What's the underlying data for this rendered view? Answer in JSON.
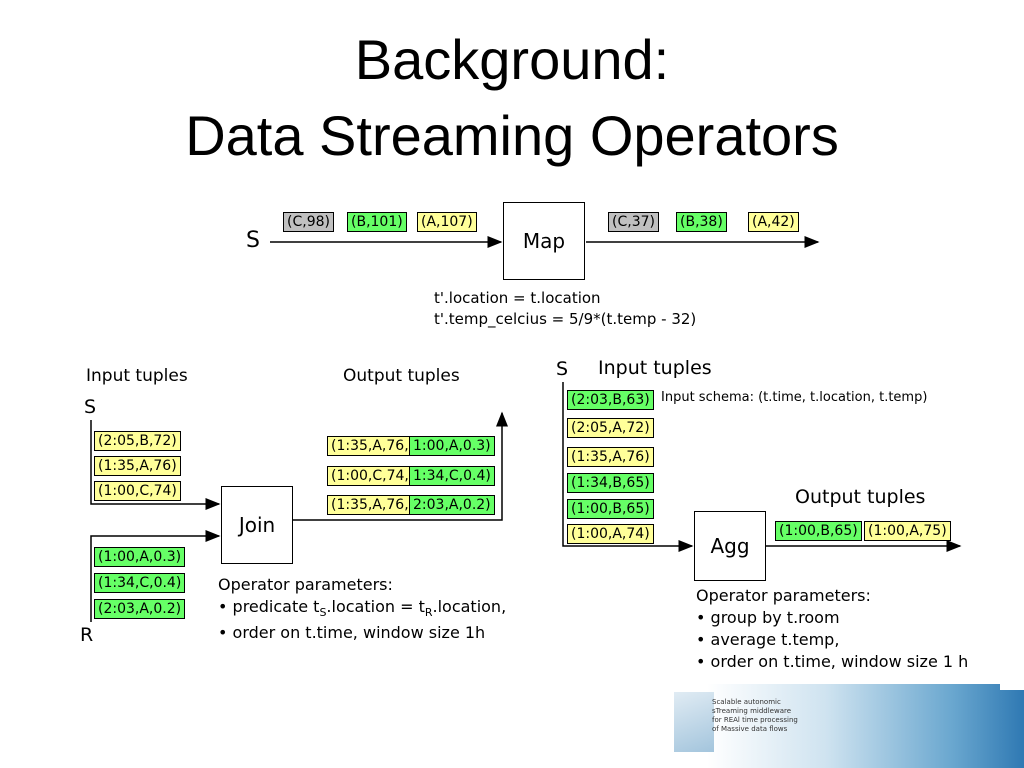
{
  "title": {
    "line1": "Background:",
    "line2": "Data Streaming Operators"
  },
  "map": {
    "stream_label": "S",
    "operator": "Map",
    "input": [
      {
        "text": "(C,98)",
        "color": "gray"
      },
      {
        "text": "(B,101)",
        "color": "green"
      },
      {
        "text": "(A,107)",
        "color": "yellow"
      }
    ],
    "output": [
      {
        "text": "(C,37)",
        "color": "gray"
      },
      {
        "text": "(B,38)",
        "color": "green"
      },
      {
        "text": "(A,42)",
        "color": "yellow"
      }
    ],
    "note1": "t'.location = t.location",
    "note2": "t'.temp_celcius = 5/9*(t.temp - 32)"
  },
  "join": {
    "input_header": "Input tuples",
    "output_header": "Output tuples",
    "s_label": "S",
    "r_label": "R",
    "operator": "Join",
    "s_tuples": [
      "(2:05,B,72)",
      "(1:35,A,76)",
      "(1:00,C,74)"
    ],
    "r_tuples": [
      "(1:00,A,0.3)",
      "(1:34,C,0.4)",
      "(2:03,A,0.2)"
    ],
    "outputs": [
      {
        "left": "(1:35,A,76,",
        "right": "1:00,A,0.3)"
      },
      {
        "left": "(1:00,C,74,",
        "right": "1:34,C,0.4)"
      },
      {
        "left": "(1:35,A,76,",
        "right": "2:03,A,0.2)"
      }
    ],
    "params_header": "Operator parameters:",
    "param1_pre": "predicate t",
    "param1_sub1": "S",
    "param1_mid": ".location = t",
    "param1_sub2": "R",
    "param1_post": ".location,",
    "param2": "order on t.time, window size 1h"
  },
  "agg": {
    "s_label": "S",
    "input_header": "Input tuples",
    "schema": "Input schema: (t.time, t.location, t.temp)",
    "output_header": "Output tuples",
    "operator": "Agg",
    "inputs": [
      {
        "text": "(2:03,B,63)",
        "color": "green"
      },
      {
        "text": "(2:05,A,72)",
        "color": "yellow"
      },
      {
        "text": "(1:35,A,76)",
        "color": "yellow"
      },
      {
        "text": "(1:34,B,65)",
        "color": "green"
      },
      {
        "text": "(1:00,B,65)",
        "color": "green"
      },
      {
        "text": "(1:00,A,74)",
        "color": "yellow"
      }
    ],
    "outputs": [
      {
        "text": "(1:00,B,65)",
        "color": "green"
      },
      {
        "text": "(1:00,A,75)",
        "color": "yellow"
      }
    ],
    "params_header": "Operator parameters:",
    "params": [
      "group by t.room",
      "average t.temp,",
      "order on t.time, window size 1 h"
    ]
  },
  "logo": {
    "lines": [
      "Scalable autonomic",
      "sTreaming middleware",
      "for REAl time processing",
      "of Massive data flows"
    ]
  },
  "colors": {
    "yellow": "#ffff99",
    "green": "#66ff66",
    "gray": "#c0c0c0"
  }
}
